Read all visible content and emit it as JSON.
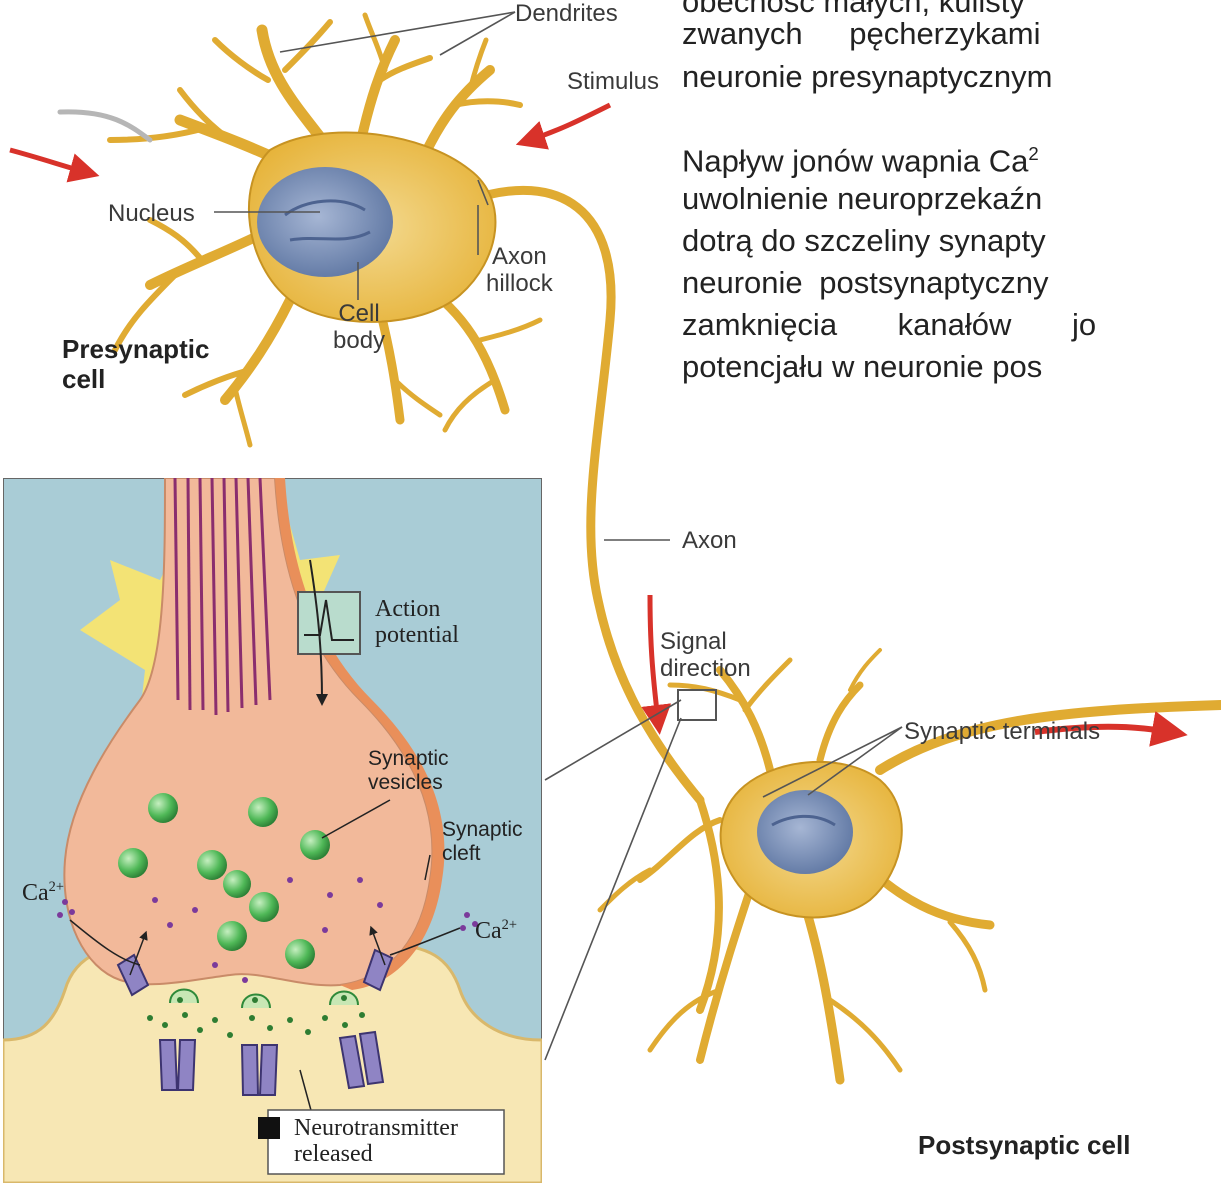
{
  "labels": {
    "dendrites": "Dendrites",
    "stimulus": "Stimulus",
    "nucleus": "Nucleus",
    "axon_hillock": [
      "Axon",
      "hillock"
    ],
    "cell_body": [
      "Cell",
      "body"
    ],
    "presynaptic_cell": [
      "Presynaptic",
      "cell"
    ],
    "axon": "Axon",
    "signal_direction": [
      "Signal",
      "direction"
    ],
    "synaptic_terminals": "Synaptic terminals",
    "postsynaptic_cell": "Postsynaptic cell"
  },
  "inset": {
    "action_potential": [
      "Action",
      "potential"
    ],
    "synaptic_vesicles": [
      "Synaptic",
      "vesicles"
    ],
    "synaptic_cleft": [
      "Synaptic",
      "cleft"
    ],
    "ca_left": "Ca",
    "ca_right": "Ca",
    "ca_charge": "2+",
    "neurotransmitter_released": [
      "Neurotransmitter",
      "released"
    ]
  },
  "polish_text": {
    "line1": "obecność małych, kulisty",
    "line2": "zwanych pęcherzykami",
    "line3": "neuronie presynaptycznym",
    "line4_pre": "Napływ jonów wapnia Ca",
    "line4_sup": "2",
    "line5": "uwolnienie neuroprzekaźn",
    "line6": "dotrą do szczeliny synapty",
    "line7": "neuronie postsynaptyczny",
    "line8": "zamknięcia kanałów jo",
    "line9": "potencjału w neuronie pos"
  },
  "colors": {
    "neuron_fill": "#e9b940",
    "neuron_stroke": "#c08a1c",
    "nucleus": "#7f93b8",
    "arrow_red": "#d8322a",
    "inset_bg": "#a9ccd6",
    "terminal_fill": "#f2b99a",
    "vesicle": "#3fa84a"
  }
}
